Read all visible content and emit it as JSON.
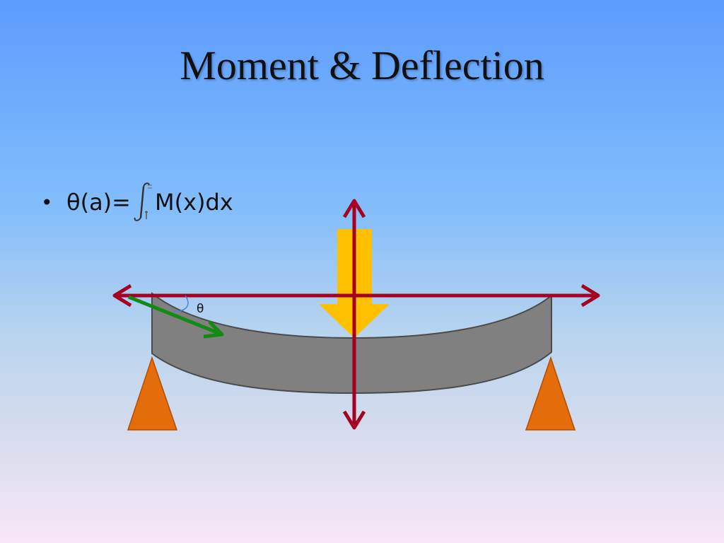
{
  "slide": {
    "title": "Moment & Deflection",
    "bullet": {
      "dot": "•",
      "lhs": "θ(a)=",
      "integral_icon": "integral-from-0-to-a-icon",
      "rhs": "M(x)dx"
    }
  },
  "diagram": {
    "angle_label": "θ",
    "colors": {
      "beam": "#808080",
      "beam_edge": "#4a4a4a",
      "supports": "#e46c0a",
      "load_arrow": "#ffc000",
      "axis_arrows": "#a50021",
      "slope_arrow": "#138a13",
      "angle_arc": "#4a7fd0"
    },
    "icons": [
      "left-support-icon",
      "right-support-icon",
      "load-arrow-icon",
      "slope-arrow-icon"
    ]
  }
}
